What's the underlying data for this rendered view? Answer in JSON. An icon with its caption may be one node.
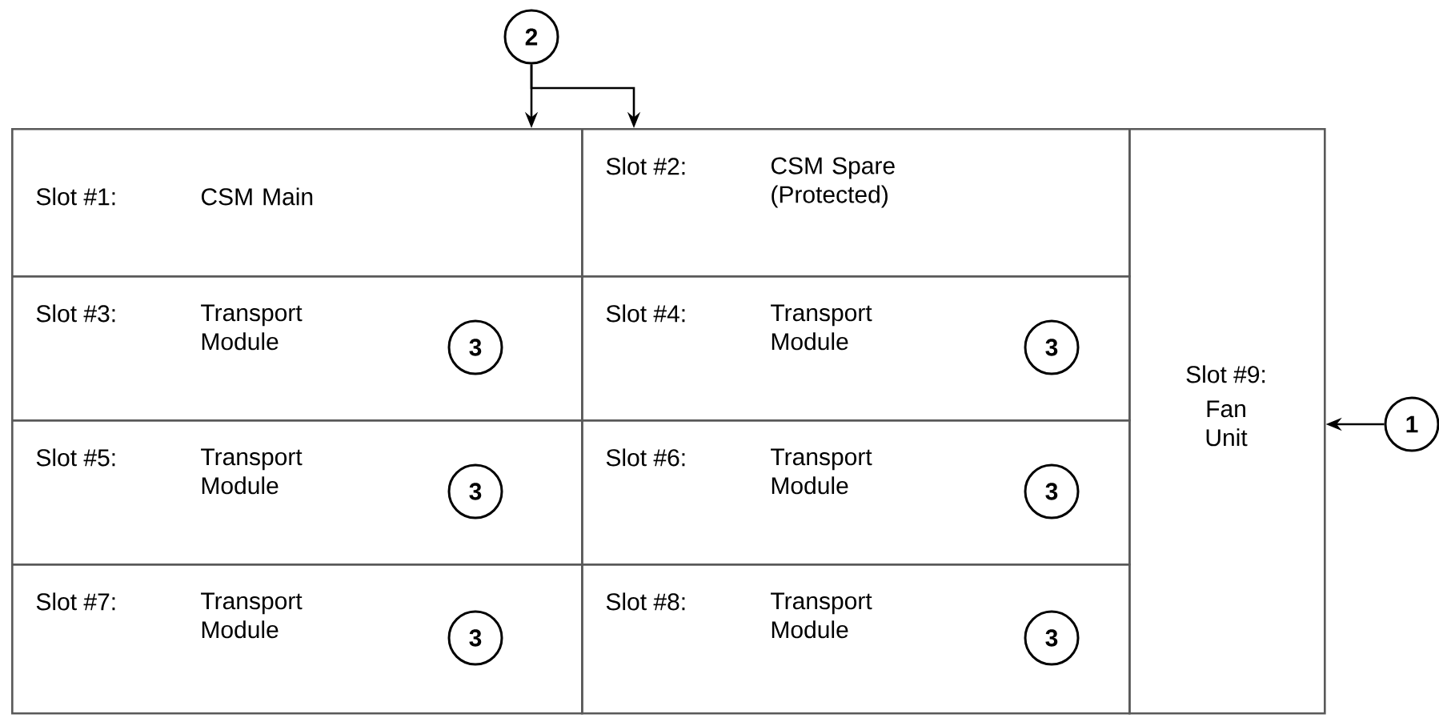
{
  "diagram": {
    "nodes": [
      {
        "text": [
          "2"
        ]
      },
      {
        "text": [
          "Slot #1:",
          "CSM Main"
        ]
      },
      {
        "text": [
          "Slot #2:",
          "CSM Spare (Protected)"
        ]
      },
      {
        "text": [
          "Slot #3:",
          "Transport Module"
        ]
      },
      {
        "text": [
          "3"
        ],
        "in": 3
      },
      {
        "text": [
          "Slot #4:",
          "Transport Module"
        ]
      },
      {
        "text": [
          "3"
        ],
        "in": 5
      },
      {
        "text": [
          "Slot #5:",
          "Transport Module"
        ]
      },
      {
        "text": [
          "3"
        ],
        "in": 7
      },
      {
        "text": [
          "Slot #6:",
          "Transport Module"
        ]
      },
      {
        "text": [
          "3"
        ],
        "in": 9
      },
      {
        "text": [
          "Slot #7:",
          "Transport Module"
        ]
      },
      {
        "text": [
          "3"
        ],
        "in": 11
      },
      {
        "text": [
          "Slot #8:",
          "Transport Module"
        ]
      },
      {
        "text": [
          "3"
        ],
        "in": 13
      },
      {
        "text": [
          "Slot #9:",
          "Fan Unit"
        ]
      },
      {
        "text": [
          "1"
        ]
      }
    ],
    "edges": [
      {
        "from": 0,
        "to": 1,
        "arrow": "to"
      },
      {
        "from": 0,
        "to": 2,
        "arrow": "to"
      },
      {
        "from": 16,
        "to": 15,
        "arrow": "to"
      }
    ]
  }
}
